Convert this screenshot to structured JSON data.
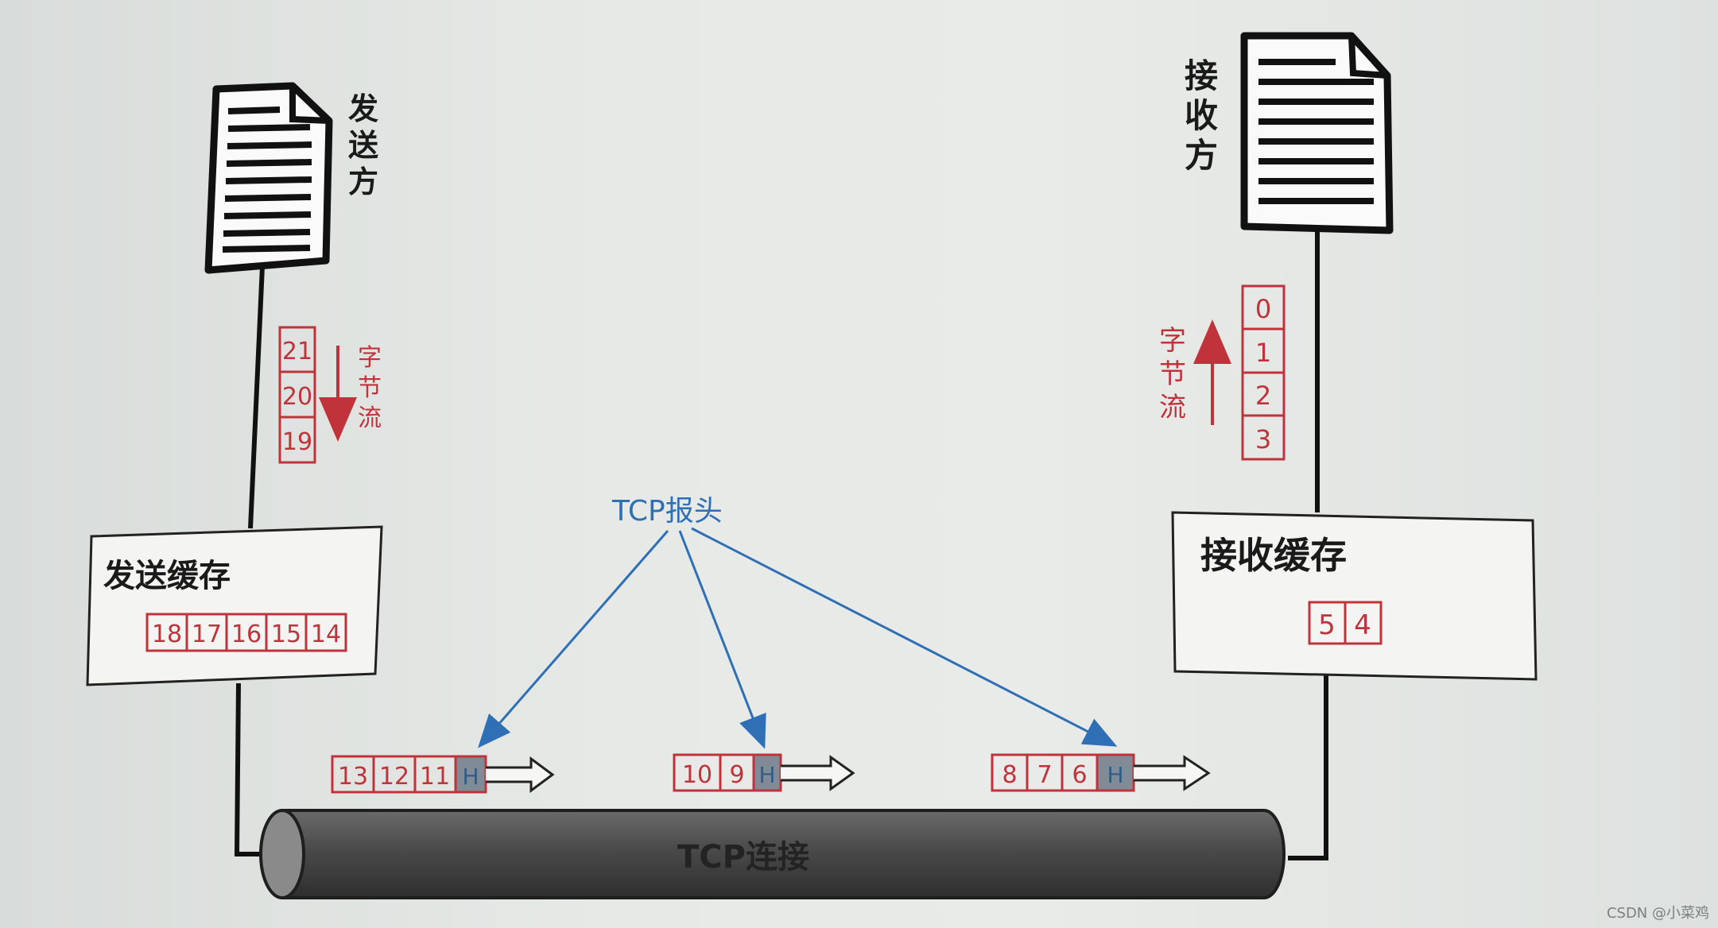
{
  "sender": {
    "label_chars": [
      "发",
      "送",
      "方"
    ],
    "stream_label_chars": [
      "字",
      "节",
      "流"
    ],
    "stream_bytes": [
      "21",
      "20",
      "19"
    ],
    "buffer_title": "发送缓存",
    "buffer_bytes": [
      "18",
      "17",
      "16",
      "15",
      "14"
    ]
  },
  "receiver": {
    "label_chars": [
      "接",
      "收",
      "方"
    ],
    "stream_label_chars": [
      "字",
      "节",
      "流"
    ],
    "stream_bytes": [
      "0",
      "1",
      "2",
      "3"
    ],
    "buffer_title": "接收缓存",
    "buffer_bytes": [
      "5",
      "4"
    ]
  },
  "tcp_header_label": "TCP报头",
  "header_marker": "H",
  "segments": [
    {
      "bytes": [
        "13",
        "12",
        "11"
      ]
    },
    {
      "bytes": [
        "10",
        "9"
      ]
    },
    {
      "bytes": [
        "8",
        "7",
        "6"
      ]
    }
  ],
  "connection_label": "TCP连接",
  "watermark": "CSDN @小菜鸡",
  "colors": {
    "red": "#c0333a",
    "blue": "#2f6fb5",
    "header_fill": "#7f8c97",
    "pipe": "#4e4e4e"
  }
}
